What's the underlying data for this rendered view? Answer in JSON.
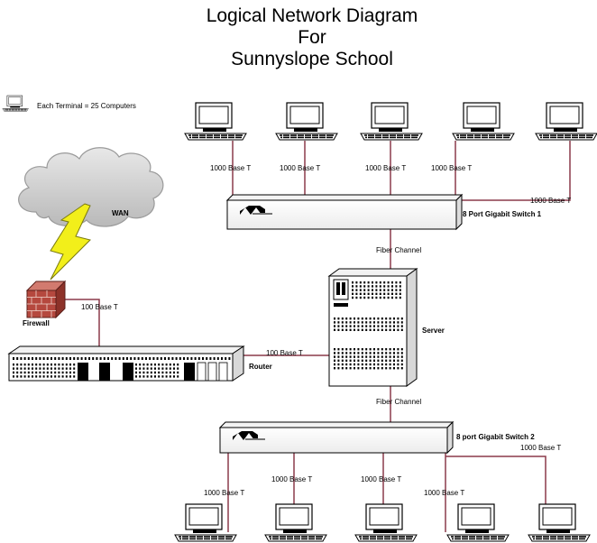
{
  "title": {
    "line1": "Logical Network Diagram",
    "line2": "For",
    "line3": "Sunnyslope School"
  },
  "legend": {
    "text": "Each Terminal = 25 Computers"
  },
  "wan": {
    "label": "WAN"
  },
  "firewall": {
    "label": "Firewall"
  },
  "router": {
    "label": "Router"
  },
  "server": {
    "label": "Server"
  },
  "switch1": {
    "label": "8 Port Gigabit Switch 1"
  },
  "switch2": {
    "label": "8 port Gigabit Switch 2"
  },
  "links": {
    "top_t1": "1000 Base T",
    "top_t2": "1000 Base T",
    "top_t3": "1000 Base T",
    "top_t4": "1000 Base T",
    "top_t5": "1000 Base T",
    "fiber_top": "Fiber Channel",
    "fiber_bottom": "Fiber Channel",
    "firewall_router": "100 Base T",
    "router_server": "100 Base T",
    "bot_t1": "1000 Base T",
    "bot_t2": "1000 Base T",
    "bot_t3": "1000 Base T",
    "bot_t4": "1000 Base T",
    "bot_t5": "1000 Base T"
  },
  "colors": {
    "link": "#8b3a4a",
    "lightning": "#f2ef1a",
    "brick": "#b5483e",
    "cloud": "#cfcfcf"
  }
}
